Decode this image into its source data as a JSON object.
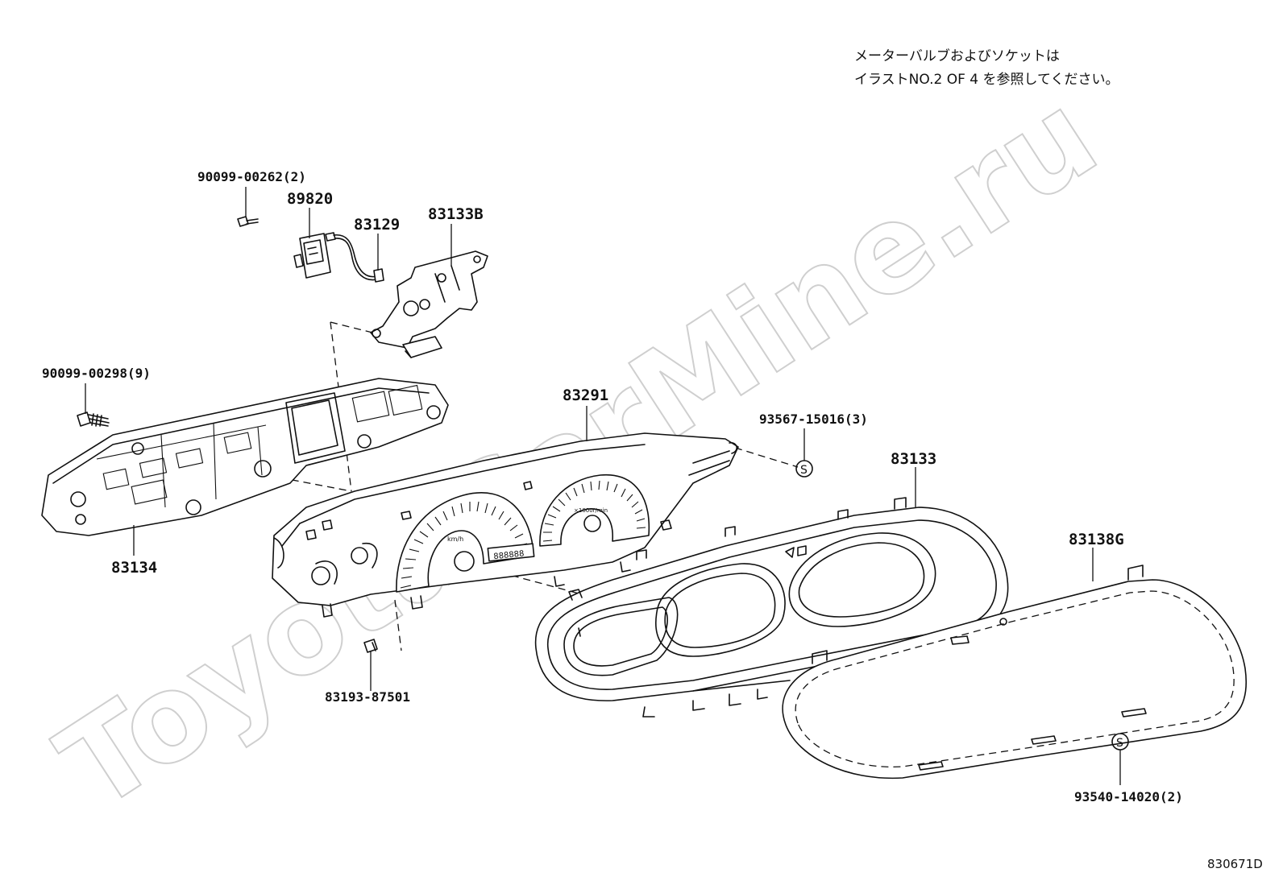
{
  "note": {
    "line1": "メーターバルブおよびソケットは",
    "line2": "イラストNO.2 OF 4 を参照してください。"
  },
  "watermark": "ToyotaCarMine.ru",
  "drawing_code": "830671D",
  "parts": {
    "screw_small": "90099-00262(2)",
    "sensor": "89820",
    "wire_harness": "83129",
    "bracket_upper": "83133B",
    "screw_long": "90099-00298(9)",
    "back_plate": "83134",
    "meter_plate": "83291",
    "screw_bottom": "83193-87501",
    "clip_s_upper": "93567-15016(3)",
    "lens_frame": "83133",
    "glass_cover": "83138G",
    "clip_s_lower": "93540-14020(2)"
  },
  "clip_symbol": "S",
  "dials": {
    "speedo_unit": "km/h",
    "tacho_unit": "×1000r/min",
    "odo_display": "888888"
  }
}
